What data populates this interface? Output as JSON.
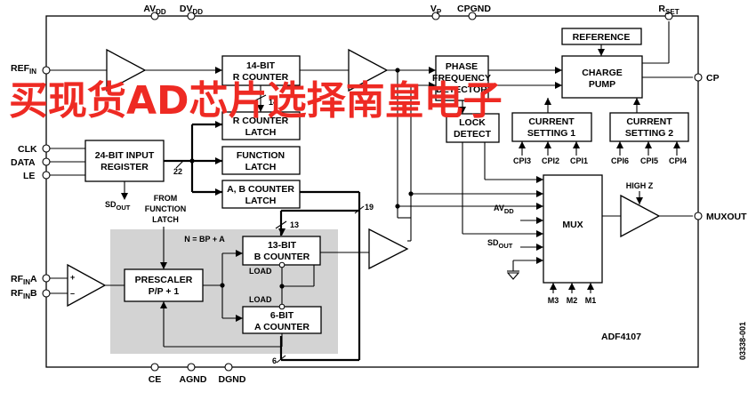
{
  "blocks": {
    "r_counter": [
      "14-BIT",
      "R COUNTER"
    ],
    "r_latch": [
      "R COUNTER",
      "LATCH"
    ],
    "func_latch": [
      "FUNCTION",
      "LATCH"
    ],
    "ab_latch": [
      "A, B COUNTER",
      "LATCH"
    ],
    "input_reg": [
      "24-BIT INPUT",
      "REGISTER"
    ],
    "pfd": [
      "PHASE",
      "FREQUENCY",
      "DETECTOR"
    ],
    "lock_detect": [
      "LOCK",
      "DETECT"
    ],
    "reference": "REFERENCE",
    "charge_pump": [
      "CHARGE",
      "PUMP"
    ],
    "cs1": [
      "CURRENT",
      "SETTING 1"
    ],
    "cs2": [
      "CURRENT",
      "SETTING 2"
    ],
    "mux": "MUX",
    "prescaler": [
      "PRESCALER",
      "P/P + 1"
    ],
    "b_counter": [
      "13-BIT",
      "B COUNTER"
    ],
    "a_counter": [
      "6-BIT",
      "A COUNTER"
    ]
  },
  "pins": {
    "avdd": [
      "AV",
      "DD"
    ],
    "dvdd": [
      "DV",
      "DD"
    ],
    "vp": [
      "V",
      "P"
    ],
    "cpgnd": "CPGND",
    "rset": [
      "R",
      "SET"
    ],
    "refin": [
      "REF",
      "IN"
    ],
    "cp": "CP",
    "clk": "CLK",
    "data": "DATA",
    "le": "LE",
    "rfina": [
      "RF",
      "IN",
      "A"
    ],
    "rfinb": [
      "RF",
      "IN",
      "B"
    ],
    "muxout": "MUXOUT",
    "ce": "CE",
    "agnd": "AGND",
    "dgnd": "DGND"
  },
  "labels": {
    "cpi3": "CPI3",
    "cpi2": "CPI2",
    "cpi1": "CPI1",
    "cpi6": "CPI6",
    "cpi5": "CPI5",
    "cpi4": "CPI4",
    "m3": "M3",
    "m2": "M2",
    "m1": "M1",
    "high_z": "HIGH Z",
    "mux_avdd": [
      "AV",
      "DD"
    ],
    "mux_sdout": [
      "SD",
      "OUT"
    ],
    "sdout": [
      "SD",
      "OUT"
    ],
    "from_func": [
      "FROM",
      "FUNCTION",
      "LATCH"
    ],
    "n_eq": "N = BP + A",
    "load1": "LOAD",
    "load2": "LOAD",
    "bus14": "14",
    "bus22": "22",
    "bus19": "19",
    "bus13": "13",
    "bus6": "6",
    "amp_plus": "+",
    "amp_minus": "–",
    "part": "ADF4107",
    "fig": "03338-001"
  },
  "watermark": "买现货AD芯片选择南皇电子",
  "colors": {
    "watermark": "#ee2a23",
    "shade": "#d3d3d3"
  }
}
